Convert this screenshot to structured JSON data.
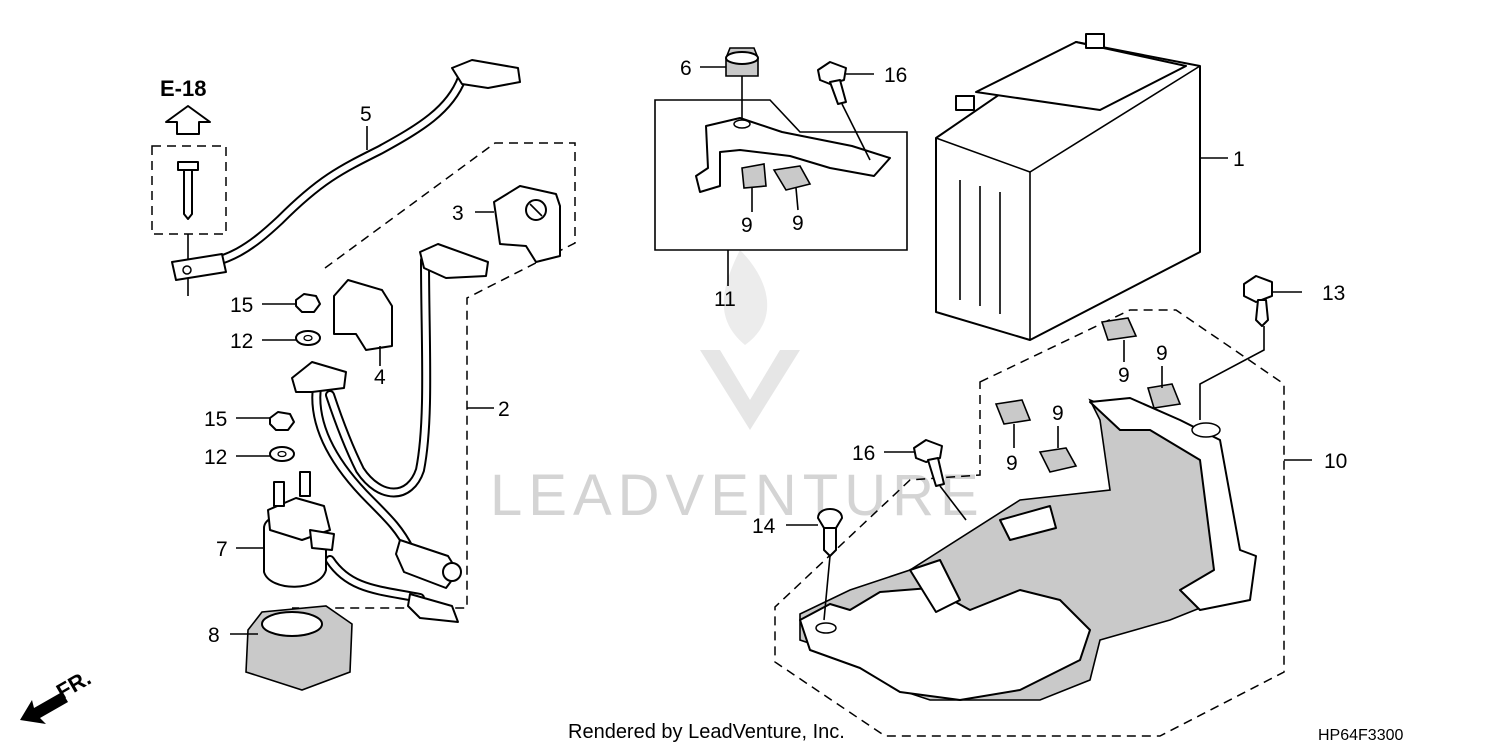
{
  "reference_label": "E-18",
  "direction_label": "FR.",
  "footer_text": "Rendered by LeadVenture, Inc.",
  "diagram_code": "HP64F3300",
  "watermark": "LEADVENTURE",
  "callouts": {
    "c1": "1",
    "c2": "2",
    "c3": "3",
    "c4": "4",
    "c5": "5",
    "c6": "6",
    "c7": "7",
    "c8": "8",
    "c9a": "9",
    "c9b": "9",
    "c9c": "9",
    "c9d": "9",
    "c9e": "9",
    "c9f": "9",
    "c10": "10",
    "c11": "11",
    "c12a": "12",
    "c12b": "12",
    "c13": "13",
    "c14": "14",
    "c15a": "15",
    "c15b": "15",
    "c16a": "16",
    "c16b": "16"
  },
  "colors": {
    "line": "#000000",
    "background": "#ffffff",
    "shading": "#c9c9c9",
    "watermark": "#d4d4d4"
  }
}
